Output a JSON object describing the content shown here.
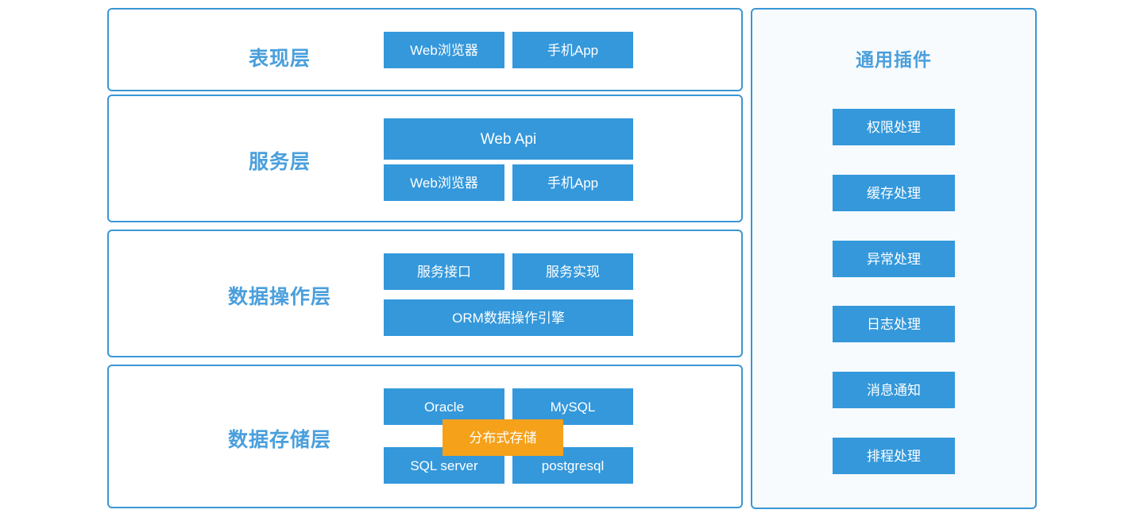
{
  "theme": {
    "node_blue": "#3498db",
    "accent_orange": "#f5a11a",
    "panel_border": "#3a97d4",
    "title_blue": "#4a9fdc",
    "panel_bg_left": "#ffffff",
    "panel_bg_right": "#f7fbfd",
    "node_text": "#ffffff"
  },
  "layers": [
    {
      "title": "表现层",
      "row1": [
        {
          "label": "Web浏览器"
        },
        {
          "label": "手机App"
        }
      ]
    },
    {
      "title": "服务层",
      "wide": {
        "label": "Web  Api"
      },
      "row1": [
        {
          "label": "Web浏览器"
        },
        {
          "label": "手机App"
        }
      ]
    },
    {
      "title": "数据操作层",
      "row1": [
        {
          "label": "服务接口"
        },
        {
          "label": "服务实现"
        }
      ],
      "wide": {
        "label": "ORM数据操作引擎"
      }
    },
    {
      "title": "数据存储层",
      "row1": [
        {
          "label": "Oracle"
        },
        {
          "label": "MySQL"
        }
      ],
      "row2": [
        {
          "label": "SQL server"
        },
        {
          "label": "postgresql"
        }
      ],
      "overlay": {
        "label": "分布式存储"
      }
    }
  ],
  "plugins": {
    "title": "通用插件",
    "items": [
      {
        "label": "权限处理"
      },
      {
        "label": "缓存处理"
      },
      {
        "label": "异常处理"
      },
      {
        "label": "日志处理"
      },
      {
        "label": "消息通知"
      },
      {
        "label": "排程处理"
      }
    ]
  }
}
